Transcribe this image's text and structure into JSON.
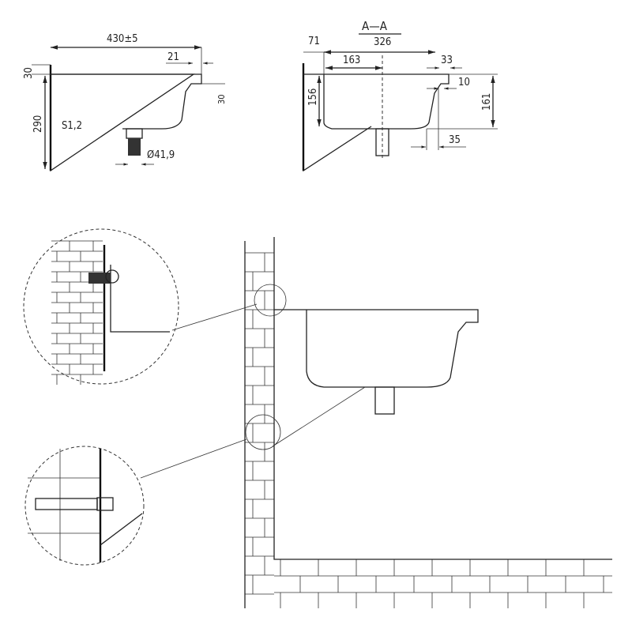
{
  "side_view": {
    "width_dim": "430±5",
    "top_offset_dim": "30",
    "rim_dim": "21",
    "rim_height_dim": "30",
    "height_dim": "290",
    "thickness_label": "S1,2",
    "drain_dim": "Ø41,9"
  },
  "section_view": {
    "title": "A—A",
    "offset_dim": "71",
    "width_dim": "326",
    "half_width_dim": "163",
    "rim_dim": "33",
    "depth_dim": "156",
    "lip_dim": "10",
    "total_depth_dim": "161",
    "bottom_offset_dim": "35"
  }
}
